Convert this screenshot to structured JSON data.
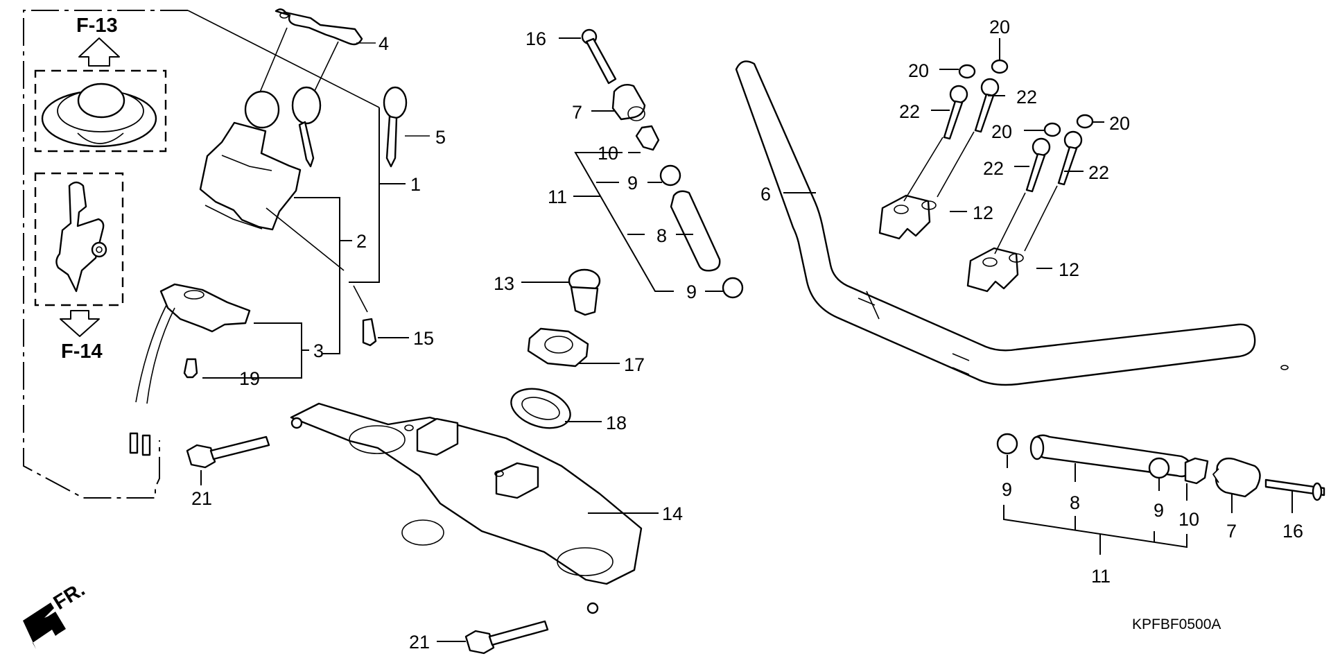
{
  "diagram": {
    "title_code": "KPFBF0500A",
    "front_indicator": "FR.",
    "references": {
      "up": "F-13",
      "down": "F-14"
    },
    "labels": {
      "p1": "1",
      "p2": "2",
      "p3": "3",
      "p4": "4",
      "p5": "5",
      "p6": "6",
      "p7a": "7",
      "p7b": "7",
      "p8a": "8",
      "p8b": "8",
      "p9a": "9",
      "p9b": "9",
      "p9c": "9",
      "p9d": "9",
      "p10a": "10",
      "p10b": "10",
      "p11a": "11",
      "p11b": "11",
      "p12a": "12",
      "p12b": "12",
      "p13": "13",
      "p14": "14",
      "p15": "15",
      "p16a": "16",
      "p16b": "16",
      "p17": "17",
      "p18": "18",
      "p19": "19",
      "p20a": "20",
      "p20b": "20",
      "p20c": "20",
      "p20d": "20",
      "p21a": "21",
      "p21b": "21",
      "p22a": "22",
      "p22b": "22",
      "p22c": "22",
      "p22d": "22"
    }
  }
}
